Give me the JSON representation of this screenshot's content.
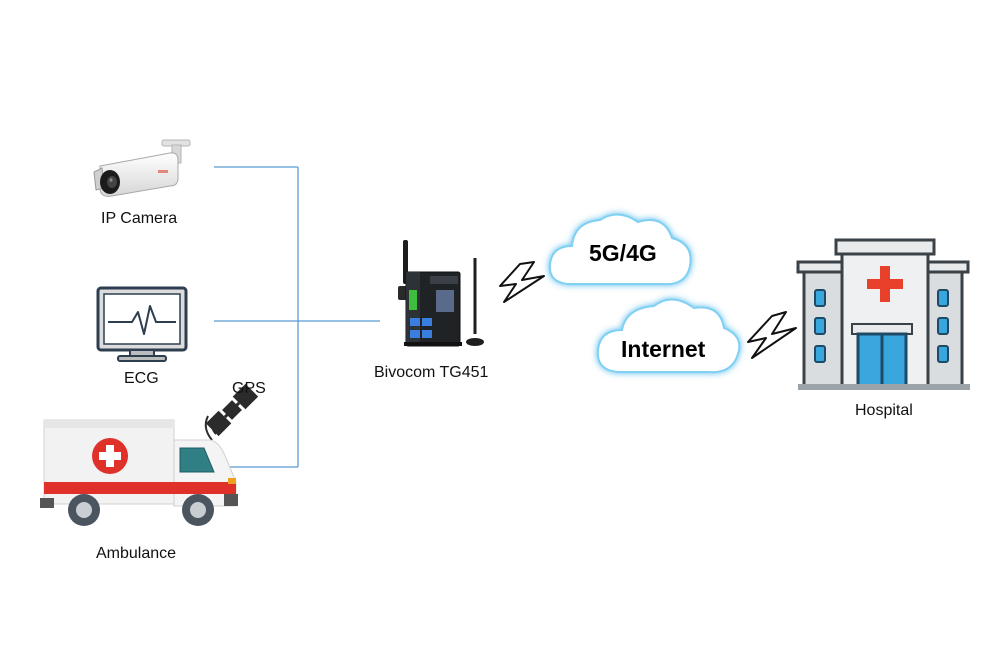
{
  "diagram": {
    "nodes": {
      "ip_camera": {
        "label": "IP Camera"
      },
      "ecg": {
        "label": "ECG"
      },
      "ambulance": {
        "label": "Ambulance"
      },
      "gps": {
        "label": "GPS"
      },
      "router": {
        "label": "Bivocom TG451"
      },
      "cloud_cellular": {
        "label": "5G/4G"
      },
      "cloud_internet": {
        "label": "Internet"
      },
      "hospital": {
        "label": "Hospital"
      }
    },
    "colors": {
      "link_line": "#5b9bd5",
      "cloud_fill": "#ffffff",
      "cloud_glow": "#6cc6f0",
      "cross_red": "#e8402a",
      "stripe_red": "#e0302a",
      "building_gray": "#d9dde0",
      "window_blue": "#3aa6de"
    }
  }
}
